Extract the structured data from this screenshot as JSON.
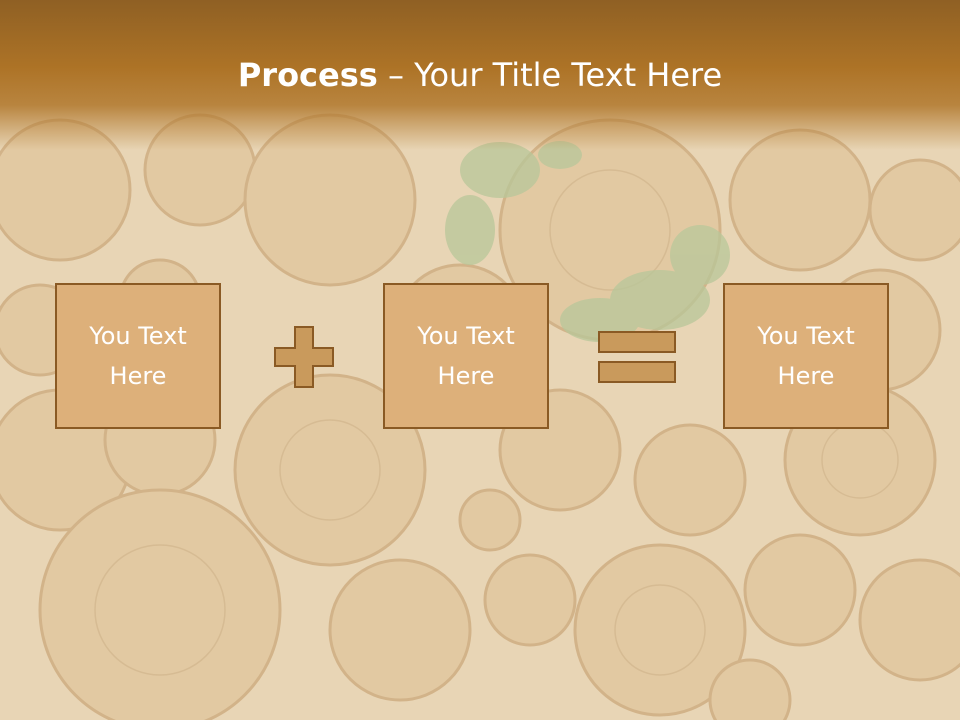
{
  "slide": {
    "title_bold": "Process",
    "title_separator": " – ",
    "title_rest": "Your Title Text Here",
    "boxes": [
      {
        "line1": "You Text",
        "line2": "Here"
      },
      {
        "line1": "You Text",
        "line2": "Here"
      },
      {
        "line1": "You Text",
        "line2": "Here"
      }
    ],
    "operators": [
      "plus-icon",
      "equals-icon"
    ]
  },
  "colors": {
    "title_band": "#ad7326",
    "box_fill": "#ddb07a",
    "box_border": "#8a5a24",
    "operator_fill": "#c99a5c",
    "text": "#ffffff"
  }
}
